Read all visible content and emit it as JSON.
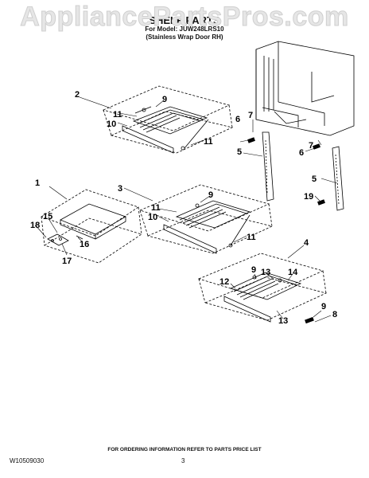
{
  "watermark": "AppliancePartsPros.com",
  "header": {
    "title": "SHELF PARTS",
    "model_line": "For Model: JUW248LRS10",
    "variant_line": "(Stainless Wrap Door RH)"
  },
  "callouts": {
    "c1": "1",
    "c2": "2",
    "c3": "3",
    "c4": "4",
    "c5a": "5",
    "c5b": "5",
    "c6a": "6",
    "c6b": "6",
    "c7a": "7",
    "c7b": "7",
    "c8": "8",
    "c9a": "9",
    "c9b": "9",
    "c9c": "9",
    "c9d": "9",
    "c10a": "10",
    "c10b": "10",
    "c11a": "11",
    "c11b": "11",
    "c11c": "11",
    "c11d": "11",
    "c12": "12",
    "c13a": "13",
    "c13b": "13",
    "c14": "14",
    "c15": "15",
    "c16": "16",
    "c17": "17",
    "c18": "18",
    "c19": "19"
  },
  "footer": {
    "note": "FOR ORDERING INFORMATION REFER TO PARTS PRICE LIST",
    "doc_number": "W10509030",
    "page_number": "3"
  }
}
